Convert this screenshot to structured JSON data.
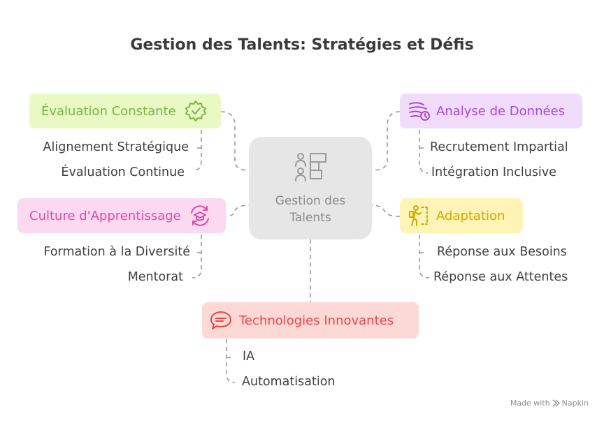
{
  "title": "Gestion des Talents: Stratégies et Défis",
  "center": {
    "label_line1": "Gestion des",
    "label_line2": "Talents",
    "icon": "org-chart-icon"
  },
  "branches": {
    "evaluation": {
      "label": "Évaluation Constante",
      "icon": "gear-check-icon",
      "color": "#7cb342",
      "bg": "#e8f9c4",
      "items": [
        "Alignement Stratégique",
        "Évaluation Continue"
      ]
    },
    "culture": {
      "label": "Culture d'Apprentissage",
      "icon": "graduation-cap-icon",
      "color": "#e04aa8",
      "bg": "#fbd9f0",
      "items": [
        "Formation à la Diversité",
        "Mentorat"
      ]
    },
    "analyse": {
      "label": "Analyse de Données",
      "icon": "data-stream-icon",
      "color": "#a64ad8",
      "bg": "#f1dcfb",
      "items": [
        "Recrutement Impartial",
        "Intégration Inclusive"
      ]
    },
    "adaptation": {
      "label": "Adaptation",
      "icon": "hiker-icon",
      "color": "#d4a800",
      "bg": "#fdf4b5",
      "items": [
        "Réponse aux Besoins",
        "Réponse aux Attentes"
      ]
    },
    "technologies": {
      "label": "Technologies Innovantes",
      "icon": "chat-bubble-icon",
      "color": "#e04a4a",
      "bg": "#fdd9d6",
      "items": [
        "IA",
        "Automatisation"
      ]
    }
  },
  "watermark": {
    "prefix": "Made with",
    "brand": "Napkin"
  }
}
